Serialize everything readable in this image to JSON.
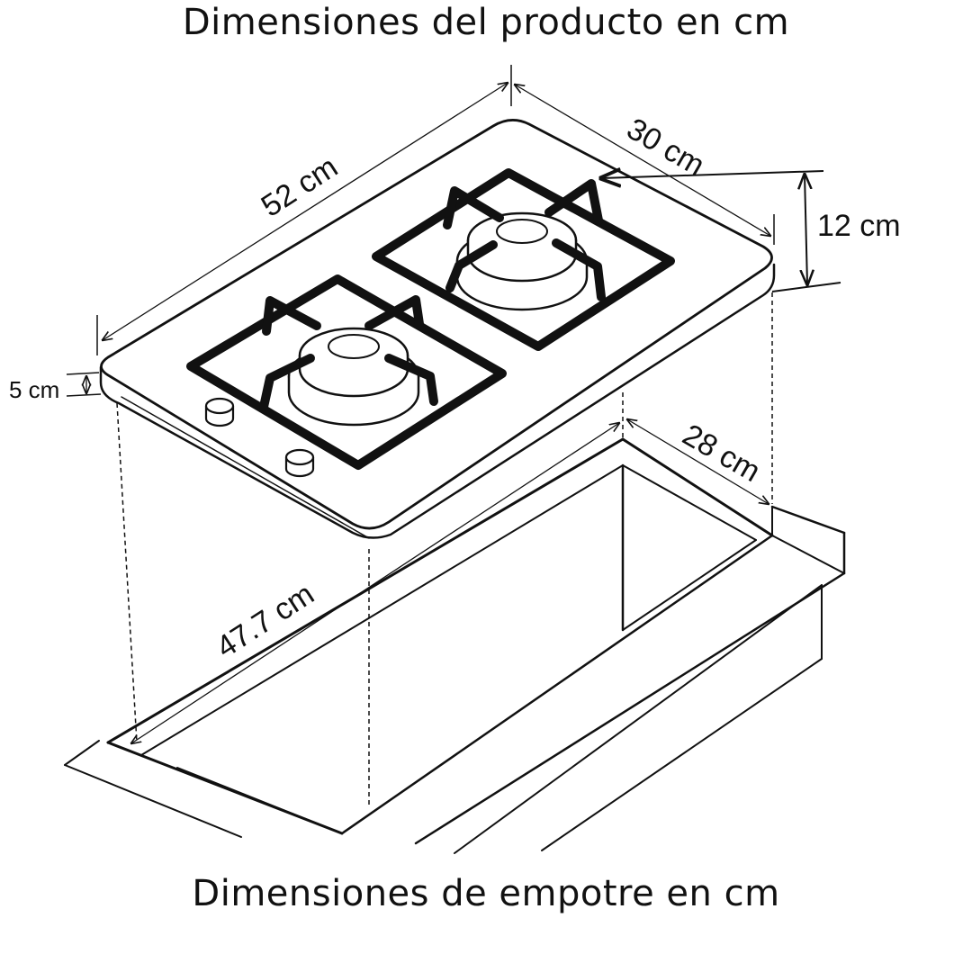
{
  "titles": {
    "product": "Dimensiones del producto en cm",
    "cutout": "Dimensiones de empotre en cm"
  },
  "dimensions": {
    "length": "52 cm",
    "width": "30 cm",
    "height_total": "12 cm",
    "glass_thickness": "5 cm",
    "cutout_length": "47.7 cm",
    "cutout_width": "28 cm"
  },
  "product": {
    "burners": 2,
    "knobs": 2
  },
  "colors": {
    "line": "#111111",
    "background": "#ffffff"
  }
}
